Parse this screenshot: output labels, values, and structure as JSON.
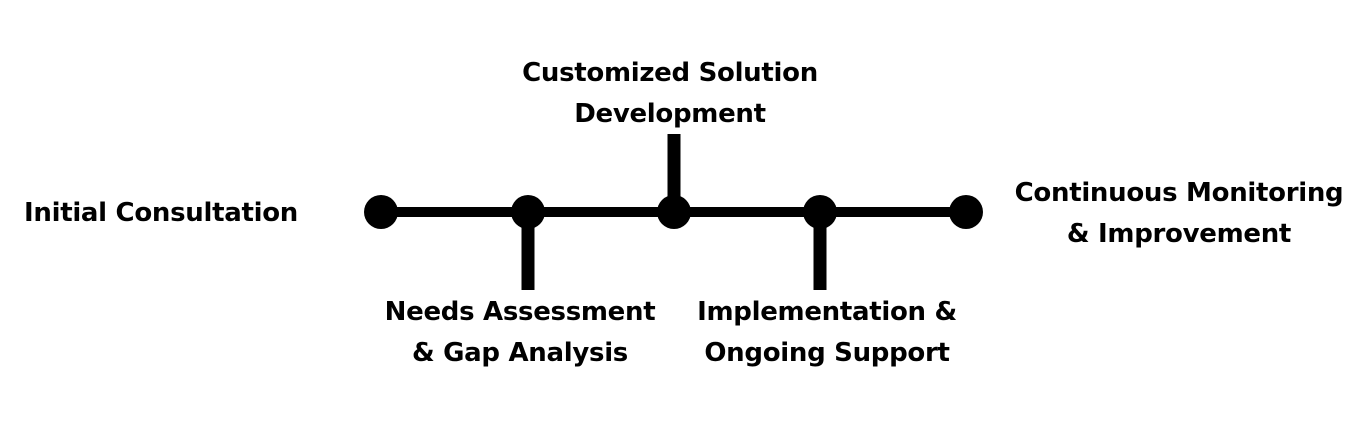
{
  "colors": {
    "line": "#000000",
    "text": "#000000",
    "background": "#ffffff"
  },
  "stages": [
    {
      "id": "initial-consultation",
      "lines": [
        "Initial Consultation"
      ],
      "stem": "none"
    },
    {
      "id": "needs-assessment",
      "lines": [
        "Needs Assessment",
        "& Gap Analysis"
      ],
      "stem": "down"
    },
    {
      "id": "customized-solution",
      "lines": [
        "Customized Solution",
        "Development"
      ],
      "stem": "up"
    },
    {
      "id": "implementation",
      "lines": [
        "Implementation &",
        "Ongoing Support"
      ],
      "stem": "down"
    },
    {
      "id": "continuous-monitoring",
      "lines": [
        "Continuous Monitoring",
        "& Improvement"
      ],
      "stem": "none"
    }
  ]
}
